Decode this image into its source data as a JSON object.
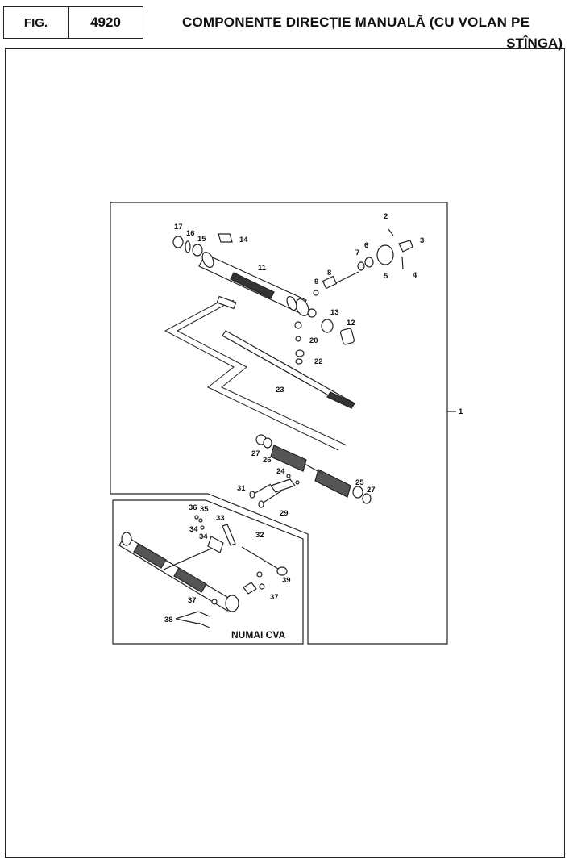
{
  "header": {
    "fig_label": "FIG.",
    "fig_number": "4920",
    "title_line1": "COMPONENTE DIRECȚIE MANUALĂ (CU VOLAN PE",
    "title_line2": "STÎNGA)"
  },
  "diagram": {
    "assembly_callout": "1",
    "inset_label": "NUMAI CVA",
    "parts": {
      "p2": "2",
      "p3": "3",
      "p4": "4",
      "p5": "5",
      "p6": "6",
      "p7": "7",
      "p8": "8",
      "p9": "9",
      "p11": "11",
      "p12": "12",
      "p13": "13",
      "p14": "14",
      "p15": "15",
      "p16": "16",
      "p17": "17",
      "p20": "20",
      "p22": "22",
      "p23": "23",
      "p24": "24",
      "p25": "25",
      "p26": "26",
      "p27a": "27",
      "p27b": "27",
      "p29": "29",
      "p31": "31",
      "p32": "32",
      "p33": "33",
      "p34a": "34",
      "p34b": "34",
      "p35": "35",
      "p36": "36",
      "p37a": "37",
      "p37b": "37",
      "p38": "38",
      "p39": "39"
    }
  }
}
